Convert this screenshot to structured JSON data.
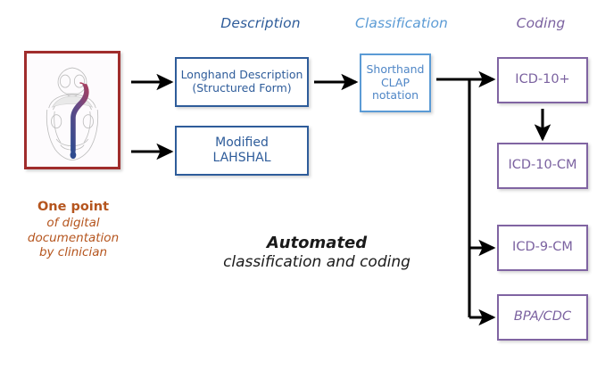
{
  "headers": [
    {
      "id": "description",
      "label": "Description",
      "color": "#2E5C9A"
    },
    {
      "id": "classification",
      "label": "Classification",
      "color": "#5B9BD5"
    },
    {
      "id": "coding",
      "label": "Coding",
      "color": "#7B62A0"
    }
  ],
  "boxes": {
    "longhand": {
      "line1": "Longhand Description",
      "line2": "(Structured Form)",
      "border_color": "#2E5C9A",
      "text_color": "#2E5C9A"
    },
    "lahshal": {
      "line1": "Modified",
      "line2": "LAHSHAL",
      "border_color": "#2E5C9A",
      "text_color": "#2E5C9A"
    },
    "clap": {
      "line1": "Shorthand",
      "line2": "CLAP",
      "line3": "notation",
      "border_color": "#5B9BD5",
      "text_color": "#4F86C6"
    },
    "icd10plus": {
      "label": "ICD-10+",
      "border_color": "#8064A2",
      "text_color": "#7B62A0"
    },
    "icd10cm": {
      "label": "ICD-10-CM",
      "border_color": "#8064A2",
      "text_color": "#7B62A0"
    },
    "icd9cm": {
      "label": "ICD-9-CM",
      "border_color": "#8064A2",
      "text_color": "#7B62A0"
    },
    "bpacdc": {
      "label": "BPA/CDC",
      "border_color": "#8064A2",
      "text_color": "#7B62A0"
    }
  },
  "clinical_image": {
    "alt": "cleft-lip-and-palate-anatomical-diagram",
    "frame_color": "#A02C2C",
    "cleft_gradient_start": "#A83F5E",
    "cleft_gradient_end": "#2F4B8F"
  },
  "annotations": {
    "one_point": {
      "strong": "One point",
      "line2": "of digital",
      "line3": "documentation",
      "line4": "by clinician",
      "color": "#B5551E"
    },
    "automated": {
      "strong": "Automated",
      "line2": "classification and coding",
      "color": "#1A1A1A"
    }
  },
  "connectors": {
    "arrow_color": "#000000",
    "items": [
      {
        "name": "image-to-longhand"
      },
      {
        "name": "image-to-lahshal"
      },
      {
        "name": "longhand-to-clap"
      },
      {
        "name": "clap-to-branch"
      },
      {
        "name": "branch-to-icd10plus"
      },
      {
        "name": "icd10plus-to-icd10cm"
      },
      {
        "name": "branch-to-icd9cm"
      },
      {
        "name": "branch-to-bpacdc"
      }
    ]
  }
}
